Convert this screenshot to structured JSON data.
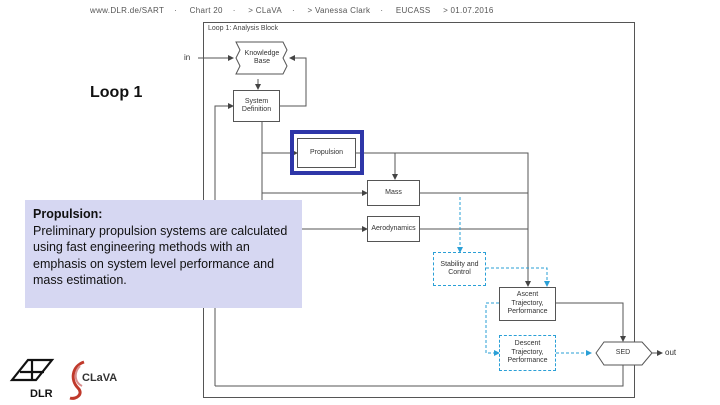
{
  "header": {
    "site": "www.DLR.de/SART",
    "chart": "Chart 20",
    "project": "> CLaVA",
    "author": "> Vanessa Clark",
    "event": "EUCASS",
    "date": "> 01.07.2016",
    "sep": "·"
  },
  "slide_title": "Loop 1",
  "diagram": {
    "frame_label": "Loop 1: Analysis Block",
    "input_label": "in",
    "output_label": "out",
    "nodes": {
      "knowledge_base": "Knowledge Base",
      "system_definition": "System Definition",
      "propulsion": "Propulsion",
      "mass": "Mass",
      "aerodynamics": "Aerodynamics",
      "stability_control": "Stability and Control",
      "ascent": "Ascent Trajectory, Performance",
      "descent": "Descent Trajectory, Performance",
      "sed": "SED"
    }
  },
  "callout": {
    "title": "Propulsion:",
    "body": "Preliminary propulsion systems are calculated using fast engineering methods with an emphasis on system level performance and mass estimation."
  },
  "logos": {
    "dlr": "DLR",
    "clava": "CLaVA"
  },
  "colors": {
    "highlight": "#2e36a8",
    "dashed_flow": "#2a9fd6",
    "callout_bg": "#d6d7f2"
  }
}
